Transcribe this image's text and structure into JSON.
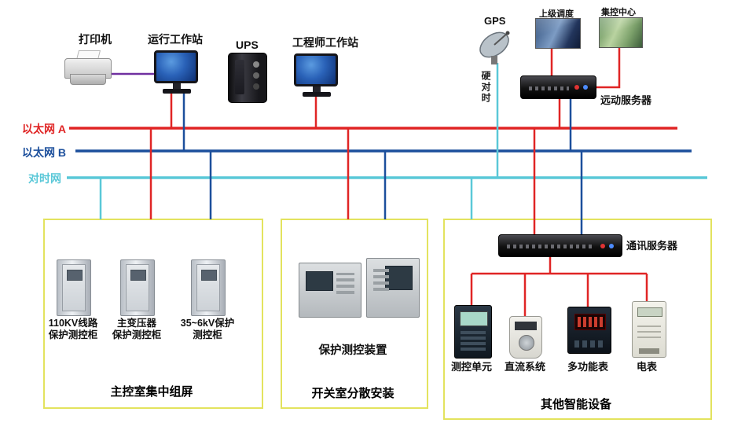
{
  "colors": {
    "ethernet_a": "#e02525",
    "ethernet_b": "#1c4f9c",
    "time_sync": "#5ac8d8",
    "printer_link": "#7030a0",
    "group_box_border": "#e3e35e"
  },
  "buses": {
    "ethernet_a": "以太网 A",
    "ethernet_b": "以太网 B",
    "time_sync": "对时网"
  },
  "top_devices": {
    "printer": "打印机",
    "operator_ws": "运行工作站",
    "ups": "UPS",
    "engineer_ws": "工程师工作站",
    "gps": "GPS",
    "hard_time": "硬对时",
    "superior_dispatch": "上级调度",
    "central_control": "集控中心",
    "telecontrol_server": "远动服务器"
  },
  "main_control_room": {
    "caption": "主控室集中组屏",
    "cabinet1_line1": "110KV线路",
    "cabinet1_line2": "保护测控柜",
    "cabinet2_line1": "主变压器",
    "cabinet2_line2": "保护测控柜",
    "cabinet3_line1": "35~6kV保护",
    "cabinet3_line2": "测控柜"
  },
  "switch_room": {
    "caption": "开关室分散安装",
    "device_label": "保护测控装置"
  },
  "other_devices": {
    "caption": "其他智能设备",
    "comm_server": "通讯服务器",
    "item1": "测控单元",
    "item2": "直流系统",
    "item3": "多功能表",
    "item4": "电表"
  }
}
